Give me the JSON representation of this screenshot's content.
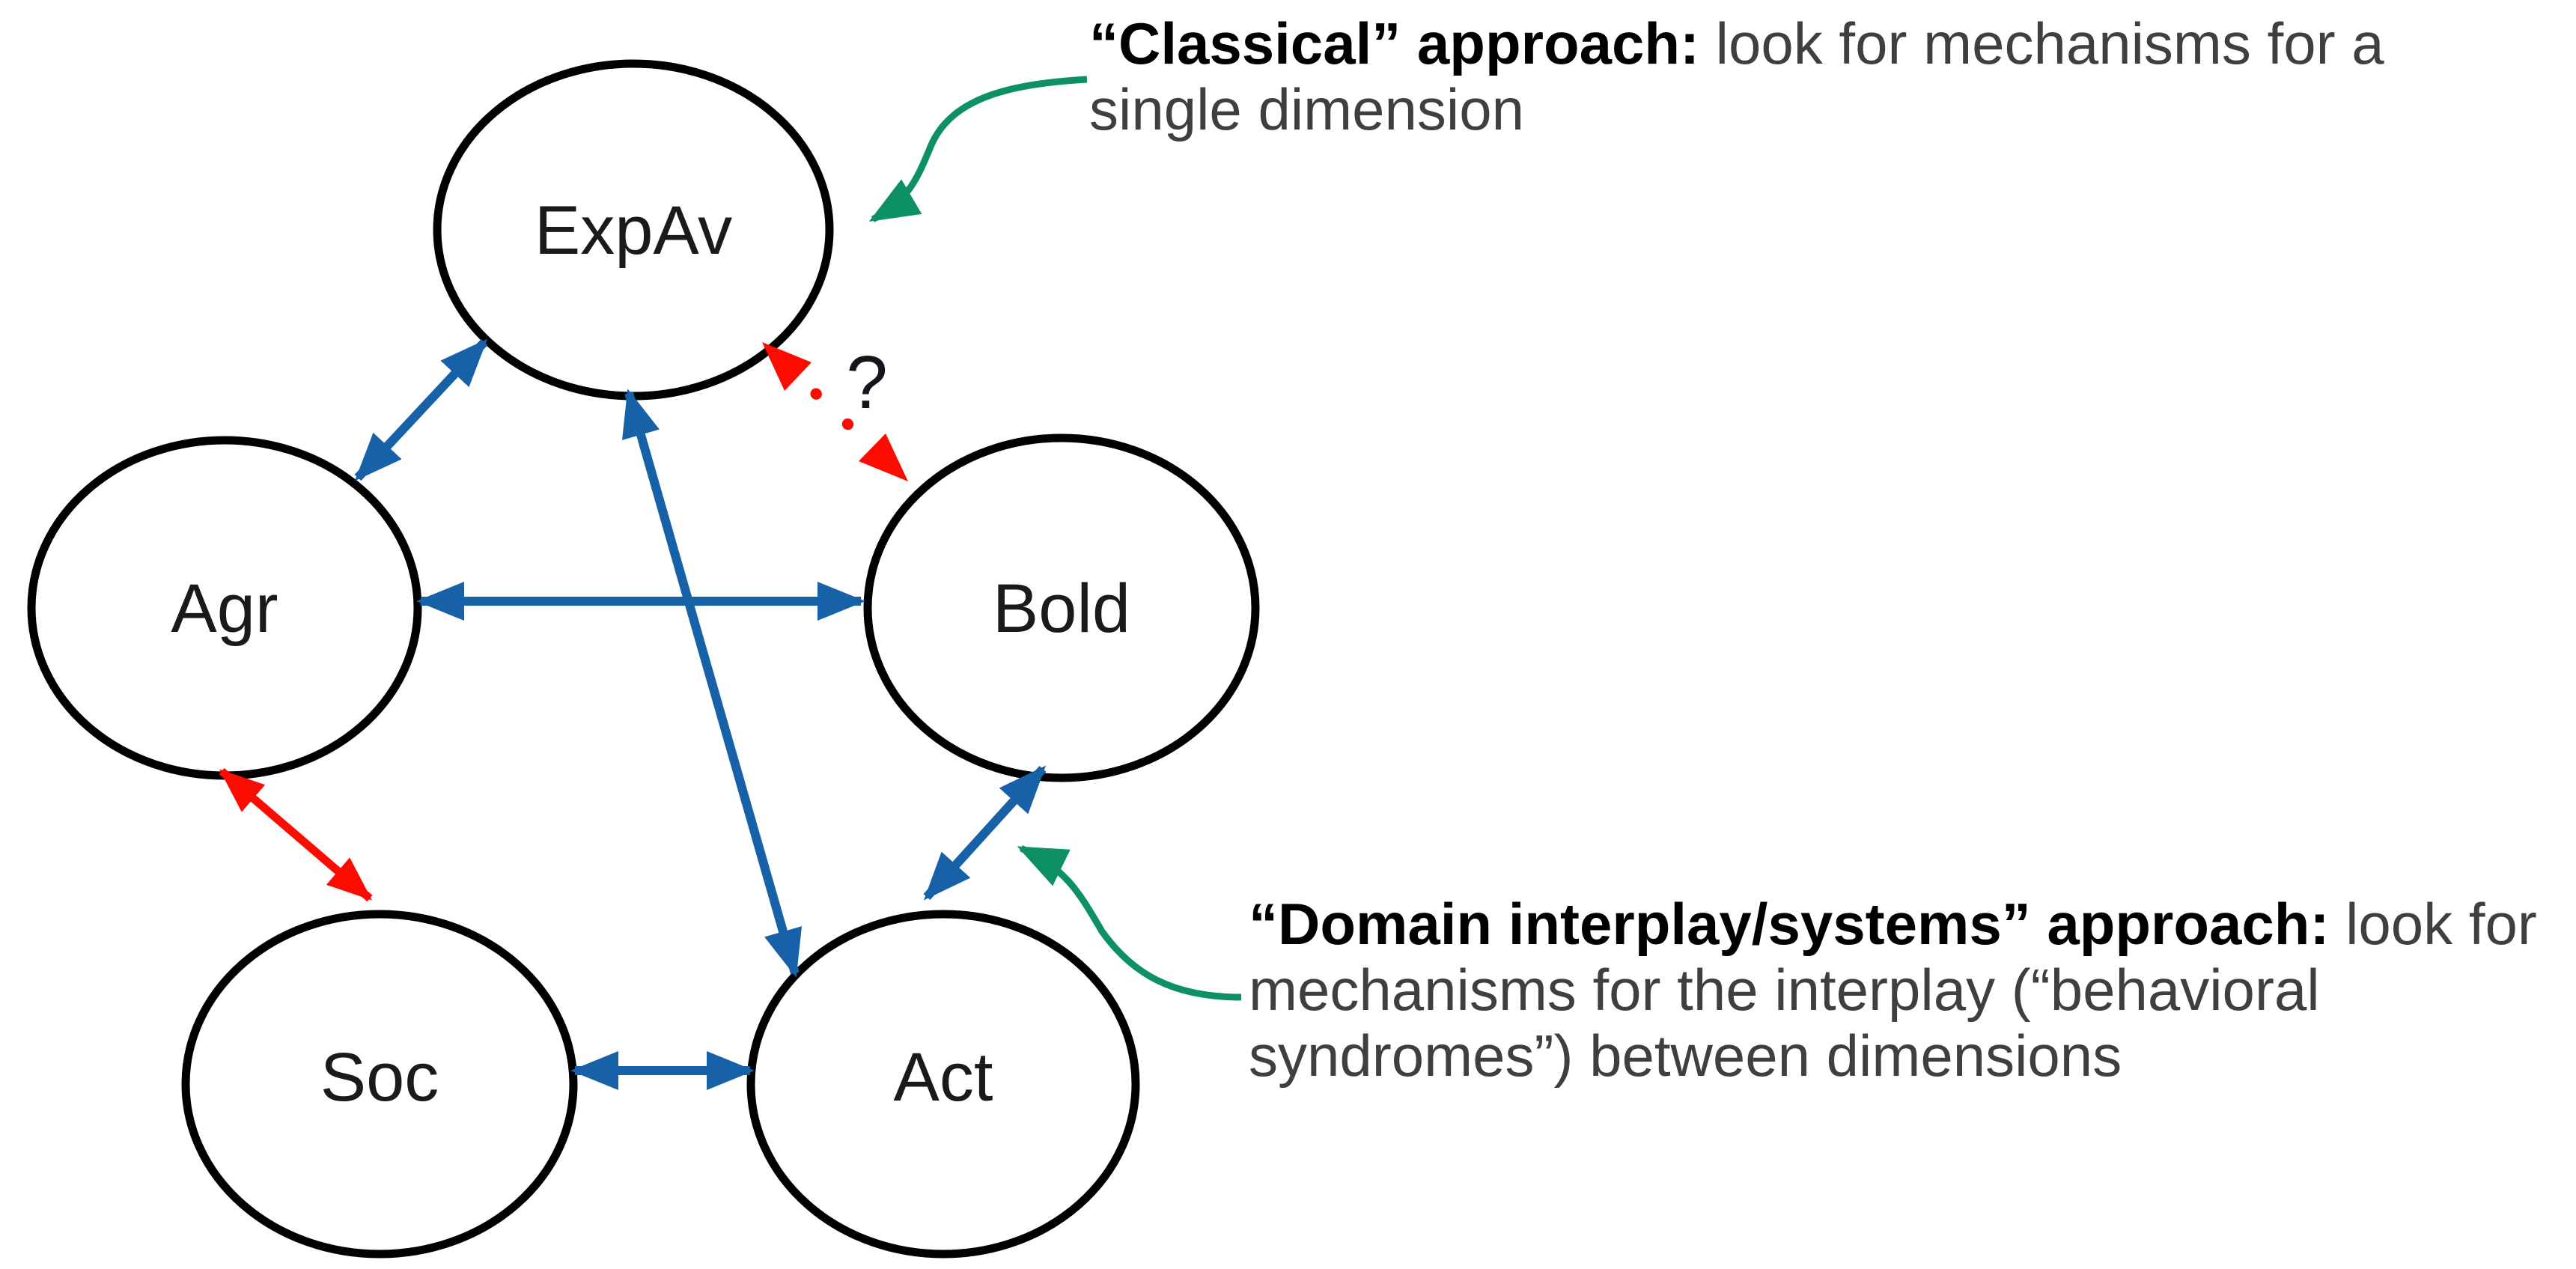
{
  "colors": {
    "blue": "#1661A8",
    "red": "#FB0B00",
    "green": "#0E9066",
    "outline": "#000000",
    "node_label": "#1A1A1A",
    "question": "#15161C",
    "annotation_regular": "#3F3F3F",
    "annotation_bold": "#000000"
  },
  "nodes": [
    {
      "id": "ExpAv",
      "label": "ExpAv"
    },
    {
      "id": "Agr",
      "label": "Agr"
    },
    {
      "id": "Bold",
      "label": "Bold"
    },
    {
      "id": "Soc",
      "label": "Soc"
    },
    {
      "id": "Act",
      "label": "Act"
    }
  ],
  "edges": [
    {
      "from": "ExpAv",
      "to": "Agr",
      "style": "solid",
      "color": "blue",
      "double_headed": true
    },
    {
      "from": "Agr",
      "to": "Bold",
      "style": "solid",
      "color": "blue",
      "double_headed": true
    },
    {
      "from": "ExpAv",
      "to": "Act",
      "style": "solid",
      "color": "blue",
      "double_headed": true
    },
    {
      "from": "Bold",
      "to": "Act",
      "style": "solid",
      "color": "blue",
      "double_headed": true
    },
    {
      "from": "Soc",
      "to": "Act",
      "style": "solid",
      "color": "blue",
      "double_headed": true
    },
    {
      "from": "Agr",
      "to": "Soc",
      "style": "solid",
      "color": "red",
      "double_headed": true
    },
    {
      "from": "ExpAv",
      "to": "Bold",
      "style": "dotted",
      "color": "red",
      "double_headed": true,
      "label": "?"
    }
  ],
  "annotations": {
    "classical": {
      "bold": "“Classical” approach:",
      "rest_line1": " look for mechanisms for a",
      "line2": "single dimension",
      "callout_color": "green",
      "points_to": "ExpAv"
    },
    "domain": {
      "bold": "“Domain interplay/systems” approach:",
      "rest_line1": " look for",
      "line2": "mechanisms for the interplay (“behavioral",
      "line3": "syndromes”) between dimensions",
      "callout_color": "green",
      "points_to": "Bold-Act edge"
    }
  }
}
